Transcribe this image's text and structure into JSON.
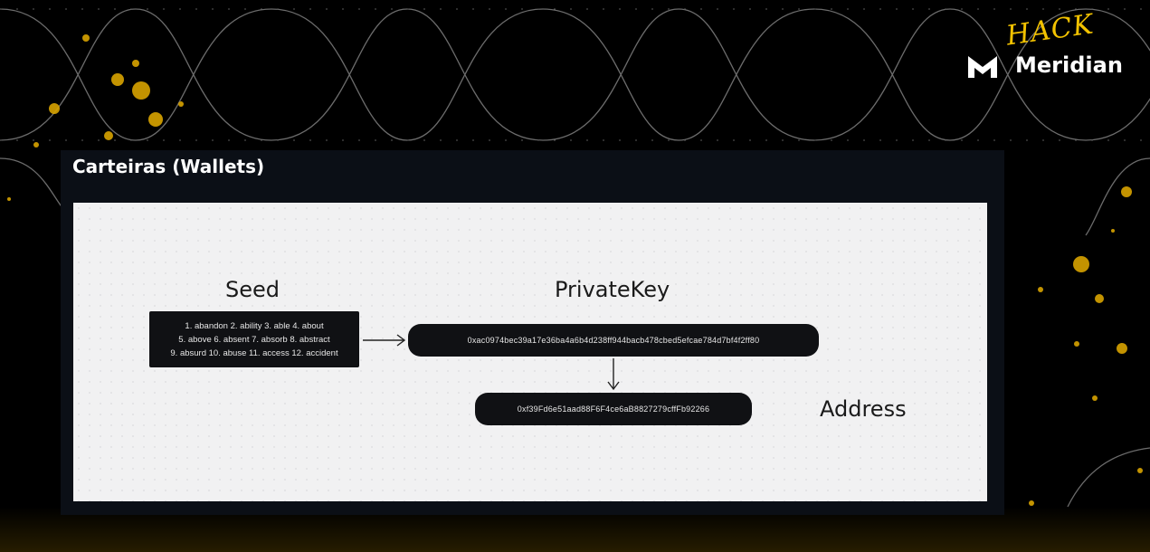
{
  "brand": {
    "hack": "HACK",
    "name": "Meridian"
  },
  "slide": {
    "title": "Carteiras (Wallets)",
    "seed": {
      "label": "Seed",
      "words": [
        "1. abandon 2. ability 3. able 4. about",
        "5. above 6. absent 7. absorb 8. abstract",
        "9. absurd 10. abuse 11. access 12. accident"
      ]
    },
    "private_key": {
      "label": "PrivateKey",
      "value": "0xac0974bec39a17e36ba4a6b4d238ff944bacb478cbed5efcae784d7bf4f2ff80"
    },
    "address": {
      "label": "Address",
      "value": "0xf39Fd6e51aad88F6F4ce6aB8827279cffFb92266"
    }
  },
  "colors": {
    "background": "#000000",
    "accent": "#f2c200",
    "panel": "#0b0f16",
    "canvas": "#f1f1f2",
    "box": "#101114"
  }
}
